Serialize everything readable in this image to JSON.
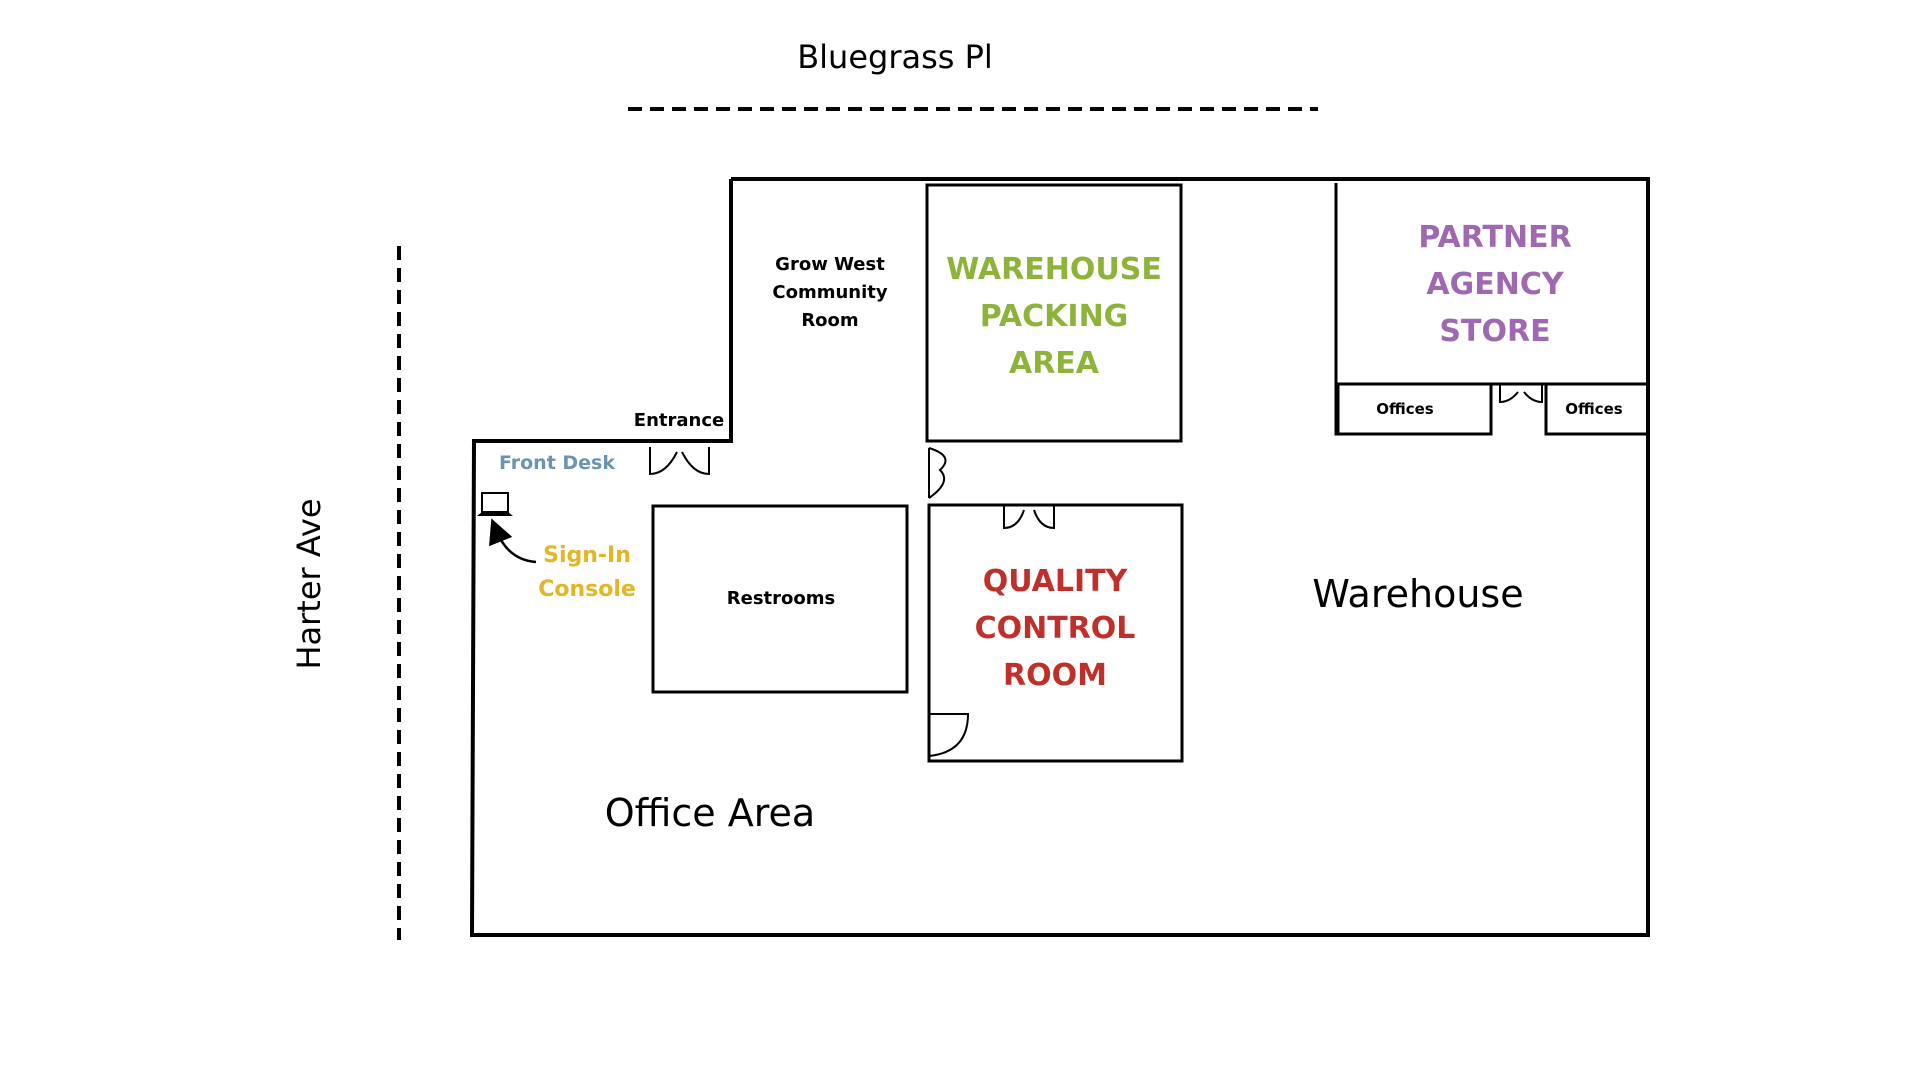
{
  "streets": {
    "north": "Bluegrass Pl",
    "west": "Harter Ave"
  },
  "rooms": {
    "community_room": [
      "Grow West",
      "Community",
      "Room"
    ],
    "entrance": "Entrance",
    "front_desk": "Front Desk",
    "sign_in_console": [
      "Sign-In",
      "Console"
    ],
    "restrooms": "Restrooms",
    "warehouse_packing": [
      "WAREHOUSE",
      "PACKING",
      "AREA"
    ],
    "quality_control": [
      "QUALITY",
      "CONTROL",
      "ROOM"
    ],
    "partner_agency_store": [
      "PARTNER",
      "AGENCY",
      "STORE"
    ],
    "offices_left": "Offices",
    "offices_right": "Offices",
    "warehouse": "Warehouse",
    "office_area": "Office Area"
  },
  "colors": {
    "wall": "#000000",
    "front_desk": "#6a94b0",
    "sign_in": "#e2b624",
    "packing": "#8db33a",
    "quality": "#c0302b",
    "partner": "#a068b0"
  },
  "icons": {
    "console": "laptop-icon",
    "pointer": "curved-arrow-icon"
  }
}
